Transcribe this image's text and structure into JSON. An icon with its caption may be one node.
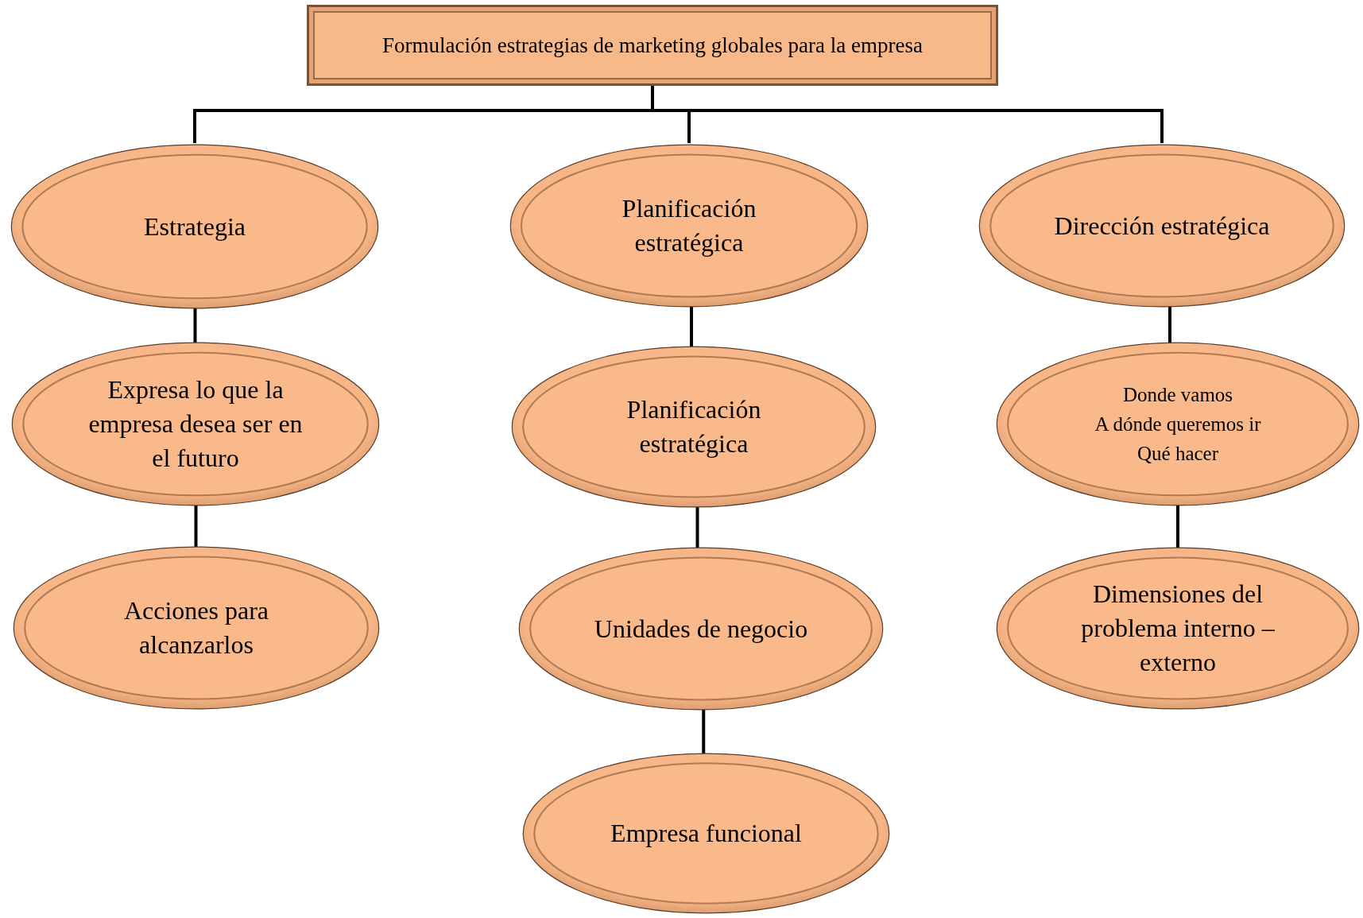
{
  "diagram": {
    "nodes": [
      {
        "text": [
          "Formulación estrategias de marketing globales para la empresa"
        ]
      },
      {
        "text": [
          "Estrategia"
        ]
      },
      {
        "text": [
          "Planificación estratégica"
        ]
      },
      {
        "text": [
          "Dirección estratégica"
        ]
      },
      {
        "text": [
          "Expresa lo que la empresa desea ser en el futuro"
        ]
      },
      {
        "text": [
          "Planificación estratégica"
        ]
      },
      {
        "text": [
          "Donde vamos",
          "A dónde queremos ir",
          "Qué hacer"
        ]
      },
      {
        "text": [
          "Acciones para alcanzarlos"
        ]
      },
      {
        "text": [
          "Unidades de negocio"
        ]
      },
      {
        "text": [
          "Dimensiones del problema interno – externo"
        ]
      },
      {
        "text": [
          "Empresa funcional"
        ]
      }
    ],
    "edges": [
      {
        "from": 0,
        "to": 1,
        "arrow": "none"
      },
      {
        "from": 0,
        "to": 2,
        "arrow": "none"
      },
      {
        "from": 0,
        "to": 3,
        "arrow": "none"
      },
      {
        "from": 1,
        "to": 4,
        "arrow": "none"
      },
      {
        "from": 2,
        "to": 5,
        "arrow": "none"
      },
      {
        "from": 3,
        "to": 6,
        "arrow": "none"
      },
      {
        "from": 4,
        "to": 7,
        "arrow": "none"
      },
      {
        "from": 5,
        "to": 8,
        "arrow": "none"
      },
      {
        "from": 6,
        "to": 9,
        "arrow": "none"
      },
      {
        "from": 8,
        "to": 10,
        "arrow": "none"
      }
    ]
  }
}
